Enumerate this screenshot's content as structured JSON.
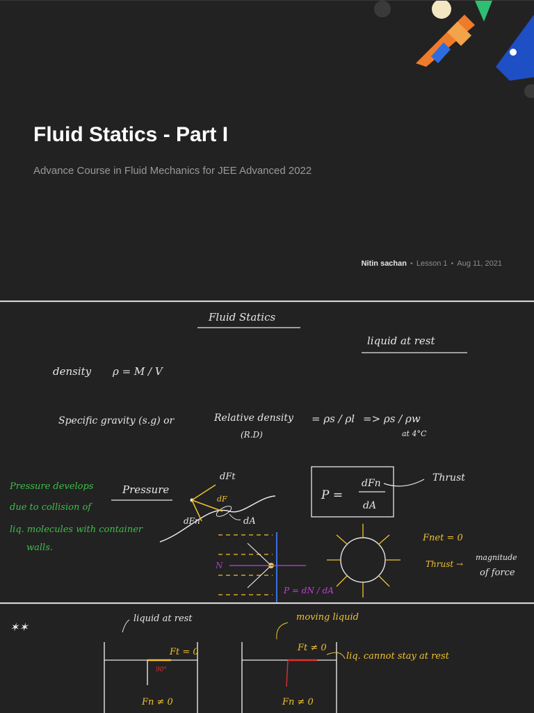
{
  "title_slide": {
    "title": "Fluid Statics - Part I",
    "subtitle": "Advance Course in Fluid Mechanics for JEE Advanced 2022",
    "author": "Nitin sachan",
    "lesson": "Lesson 1",
    "date": "Aug 11, 2021",
    "separator": "•"
  },
  "notes_slide": {
    "heading": "Fluid Statics",
    "liquid_at_rest": "liquid at rest",
    "density_label": "density",
    "density_formula": "ρ = M / V",
    "sg_label": "Specific gravity (s.g) or",
    "rd_label": "Relative density",
    "rd_abbr": "(R.D)",
    "ratio": "= ρs / ρl",
    "ratio_water": "=> ρs / ρw",
    "at_4c": "at 4°C",
    "green_note": [
      "Pressure develops",
      "due to collision of",
      "liq. molecules with container",
      "walls."
    ],
    "pressure_label": "Pressure",
    "dFt": "dFt",
    "dF": "dF",
    "dFn": "dFn",
    "dA": "dA",
    "box_p": "P =",
    "box_num": "dFn",
    "box_den": "dA",
    "thrust_label": "Thrust",
    "n_label": "N",
    "p_dn_da": "P = dN / dA",
    "fnet": "Fnet = 0",
    "thrust_arrow": "Thrust →",
    "magnitude_note": [
      "magnitude",
      "of force"
    ]
  },
  "bottom_slide": {
    "stars": "✶✶",
    "liquid_at_rest": "liquid at rest",
    "ft_zero": "Ft = 0",
    "angle": "90°",
    "fn_left": "Fn ≠ 0",
    "moving_liquid": "moving liquid",
    "ft_nonzero": "Ft ≠ 0",
    "cannot_rest": "liq. cannot stay at rest",
    "fn_right": "Fn ≠ 0"
  }
}
